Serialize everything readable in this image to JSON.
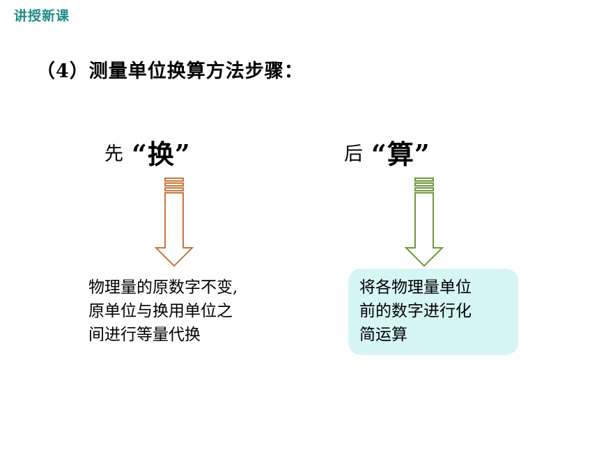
{
  "section_tag": "讲授新课",
  "heading": "（4）测量单位换算方法步骤：",
  "steps": [
    {
      "prefix": "先",
      "keyword": "“换”",
      "arrow_color": "#c8763a",
      "arrow_icon": "down-arrow-icon",
      "description_lines": [
        "物理量的原数字不变,",
        "原单位与换用单位之",
        "间进行等量代换"
      ]
    },
    {
      "prefix": "后",
      "keyword": "“算”",
      "arrow_color": "#6a9a3a",
      "arrow_icon": "down-arrow-icon",
      "box_color": "#d6f5f5",
      "description_lines": [
        "将各物理量单位",
        "前的数字进行化",
        "简运算"
      ]
    }
  ]
}
